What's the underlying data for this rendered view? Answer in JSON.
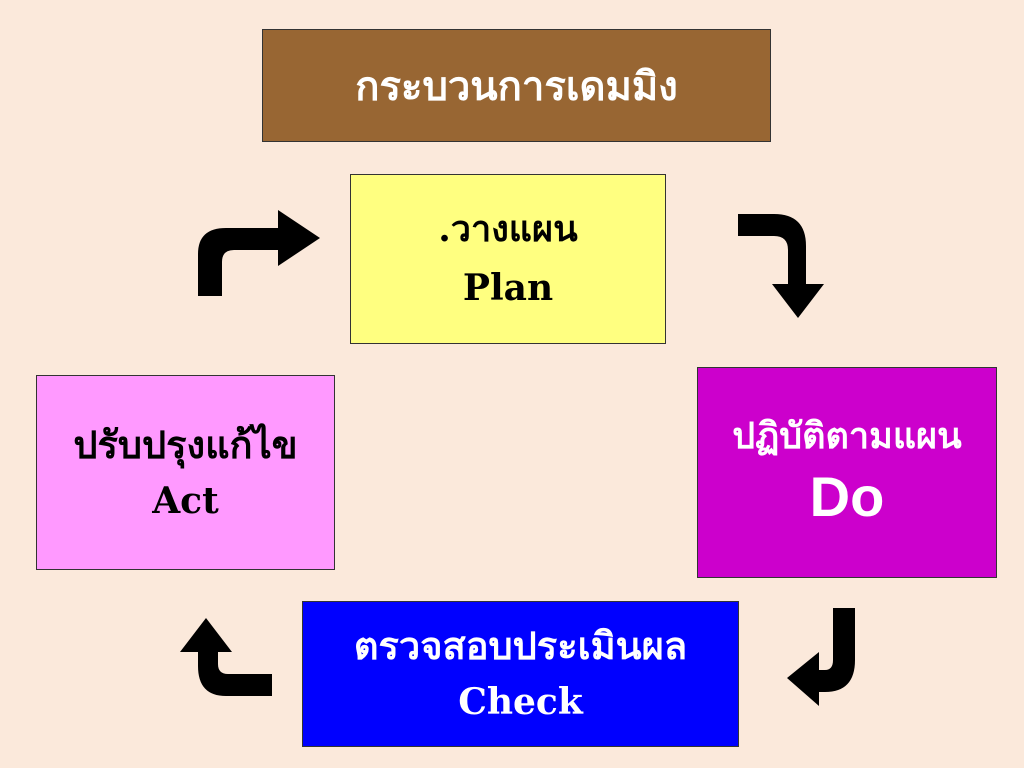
{
  "title": "กระบวนการเดมมิง",
  "steps": {
    "plan": {
      "thai": ".วางแผน",
      "english": "Plan",
      "color": "#ffff80"
    },
    "do": {
      "thai": "ปฏิบัติตามแผน",
      "english": "Do",
      "color": "#cc00cc"
    },
    "check": {
      "thai": "ตรวจสอบประเมินผล",
      "english": "Check",
      "color": "#0000ff"
    },
    "act": {
      "thai": "ปรับปรุงแก้ไข",
      "english": "Act",
      "color": "#ff99ff"
    }
  },
  "colors": {
    "background": "#fbe9db",
    "title_box": "#986633",
    "arrow": "#000000"
  },
  "arrows": [
    {
      "name": "plan-to-do-arrow",
      "icon": "curved-arrow-right-down"
    },
    {
      "name": "do-to-check-arrow",
      "icon": "curved-arrow-down-left"
    },
    {
      "name": "check-to-act-arrow",
      "icon": "curved-arrow-left-up"
    },
    {
      "name": "act-to-plan-arrow",
      "icon": "curved-arrow-up-right"
    }
  ]
}
